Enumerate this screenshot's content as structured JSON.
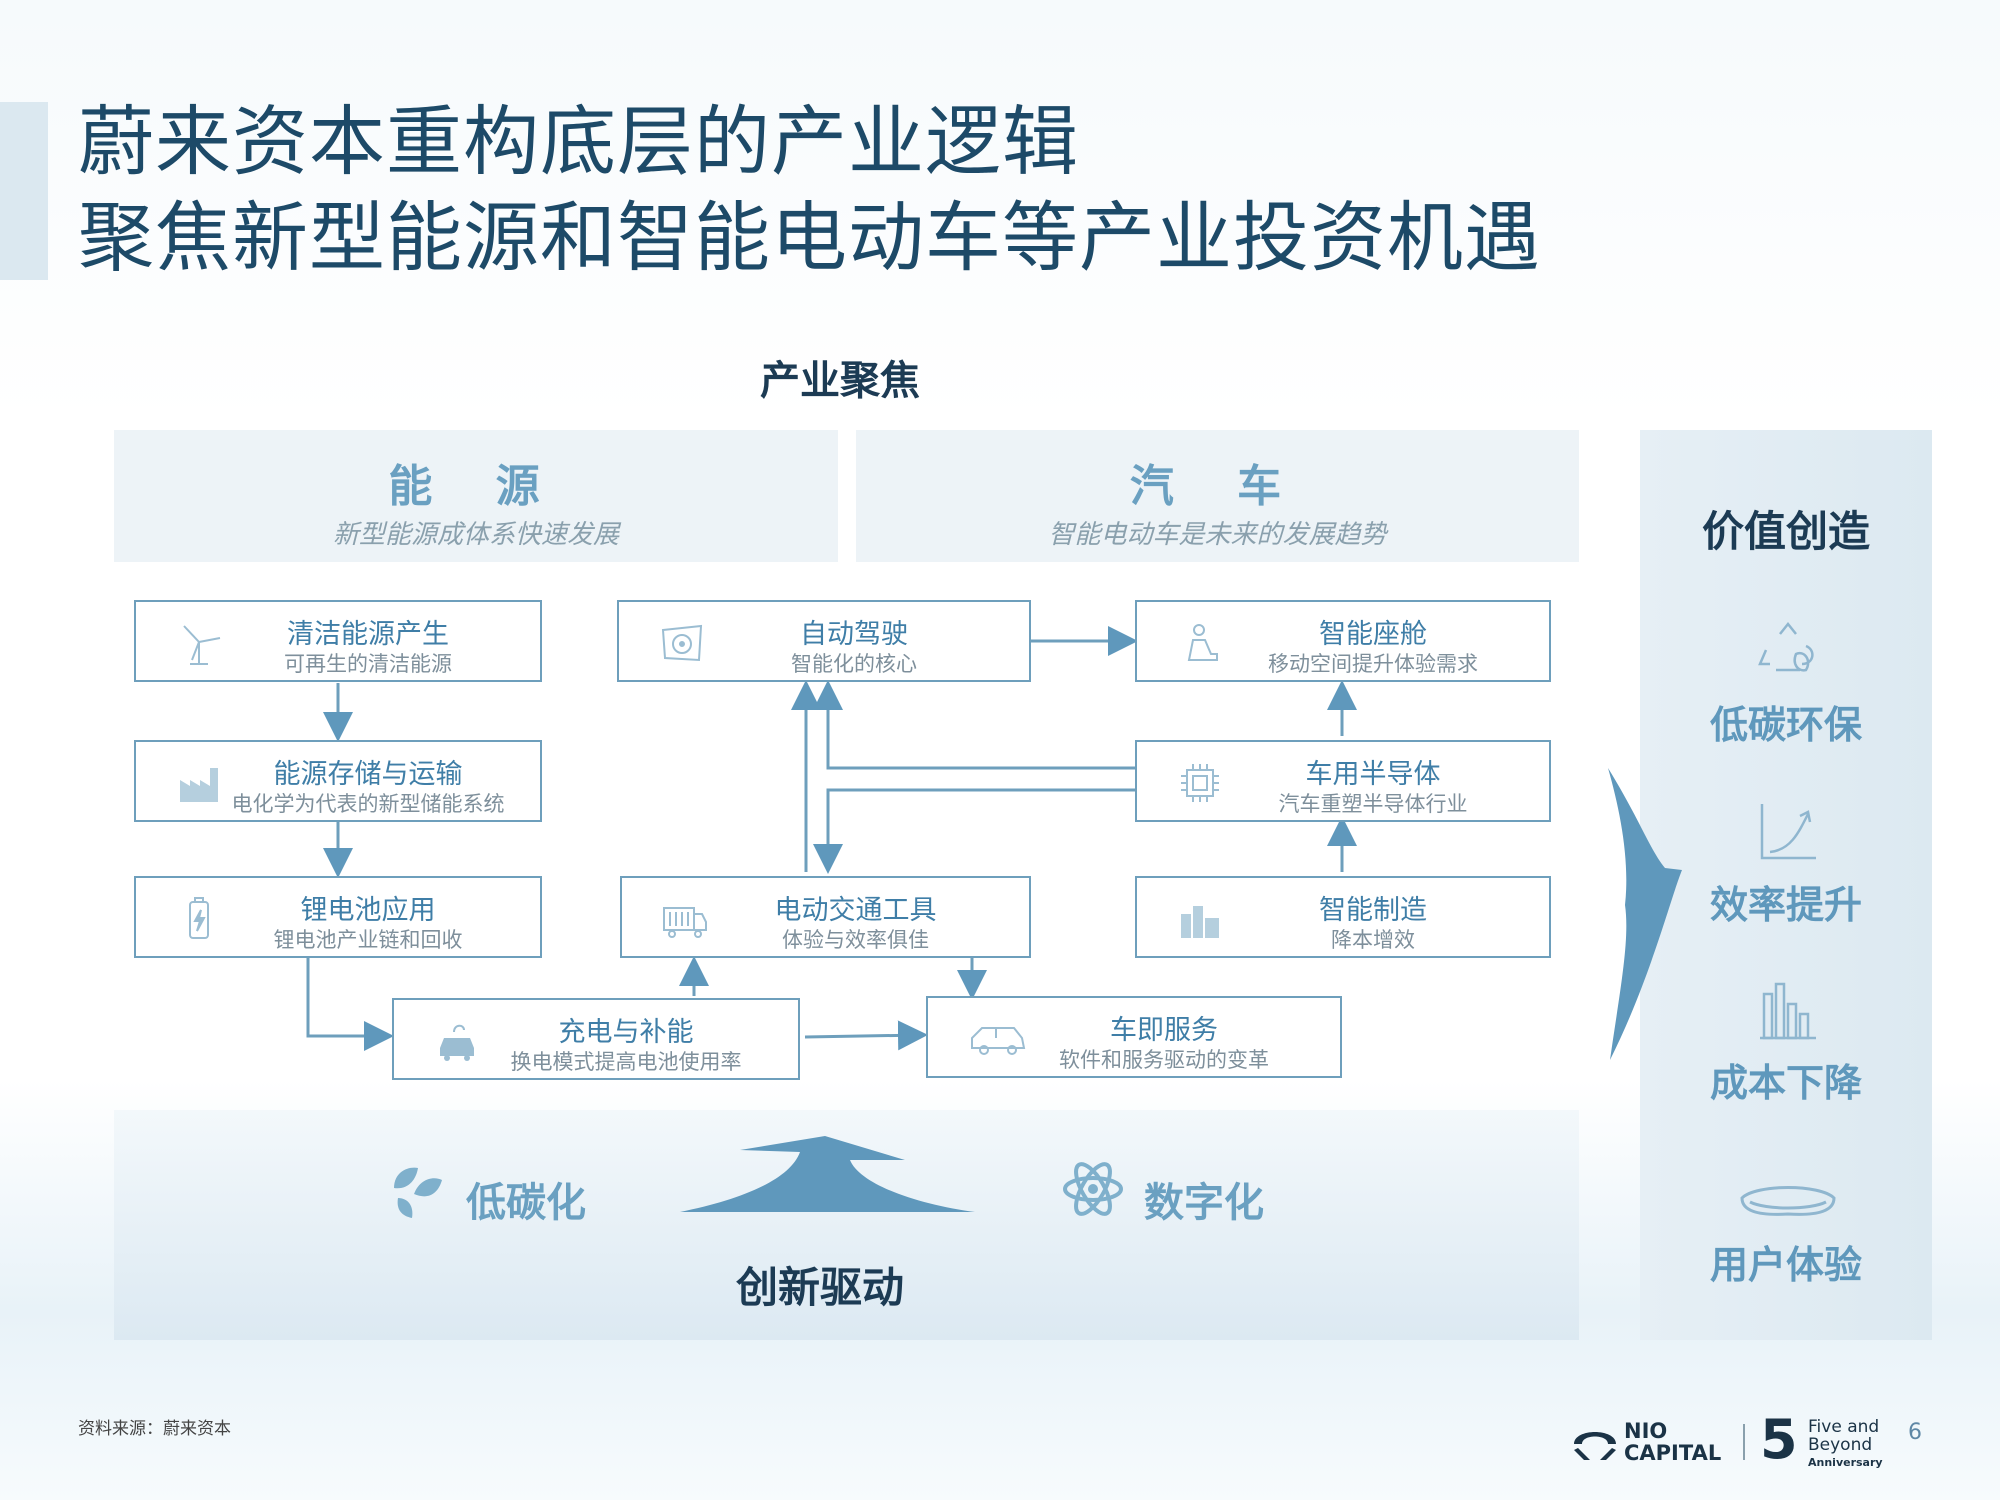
{
  "title": {
    "line1": "蔚来资本重构底层的产业逻辑",
    "line2": "聚焦新型能源和智能电动车等产业投资机遇"
  },
  "focus_title": "产业聚焦",
  "panels": {
    "energy": {
      "head": "能 源",
      "sub": "新型能源成体系快速发展"
    },
    "auto": {
      "head": "汽 车",
      "sub": "智能电动车是未来的发展趋势"
    }
  },
  "boxes": {
    "clean_energy": {
      "title": "清洁能源产生",
      "sub": "可再生的清洁能源",
      "icon": "wind-turbine-icon"
    },
    "storage": {
      "title": "能源存储与运输",
      "sub": "电化学为代表的新型储能系统",
      "icon": "factory-icon"
    },
    "lithium": {
      "title": "锂电池应用",
      "sub": "锂电池产业链和回收",
      "icon": "battery-icon"
    },
    "charging": {
      "title": "充电与补能",
      "sub": "换电模式提高电池使用率",
      "icon": "charging-car-icon"
    },
    "autonomous": {
      "title": "自动驾驶",
      "sub": "智能化的核心",
      "icon": "steering-wheel-icon"
    },
    "ev": {
      "title": "电动交通工具",
      "sub": "体验与效率俱佳",
      "icon": "truck-icon"
    },
    "services": {
      "title": "车即服务",
      "sub": "软件和服务驱动的变革",
      "icon": "suv-icon"
    },
    "cockpit": {
      "title": "智能座舱",
      "sub": "移动空间提升体验需求",
      "icon": "seat-icon"
    },
    "semiconductor": {
      "title": "车用半导体",
      "sub": "汽车重塑半导体行业",
      "icon": "chip-icon"
    },
    "manufacturing": {
      "title": "智能制造",
      "sub": "降本增效",
      "icon": "smart-factory-icon"
    }
  },
  "innovation": {
    "low_carbon": "低碳化",
    "digital": "数字化",
    "title": "创新驱动"
  },
  "value": {
    "title": "价值创造",
    "items": [
      {
        "label": "低碳环保",
        "icon": "recycle-icon"
      },
      {
        "label": "效率提升",
        "icon": "growth-chart-icon"
      },
      {
        "label": "成本下降",
        "icon": "bar-chart-icon"
      },
      {
        "label": "用户体验",
        "icon": "vr-glasses-icon"
      }
    ]
  },
  "footer": {
    "source": "资料来源：蔚来资本",
    "page": "6",
    "logo_line1": "NIO",
    "logo_line2": "CAPITAL",
    "five": "5",
    "five_line1": "Five and",
    "five_line2": "Beyond",
    "five_line3": "Anniversary"
  },
  "colors": {
    "accent": "#6e9fbc",
    "title": "#1d4a68",
    "value": "#5f98bc"
  }
}
